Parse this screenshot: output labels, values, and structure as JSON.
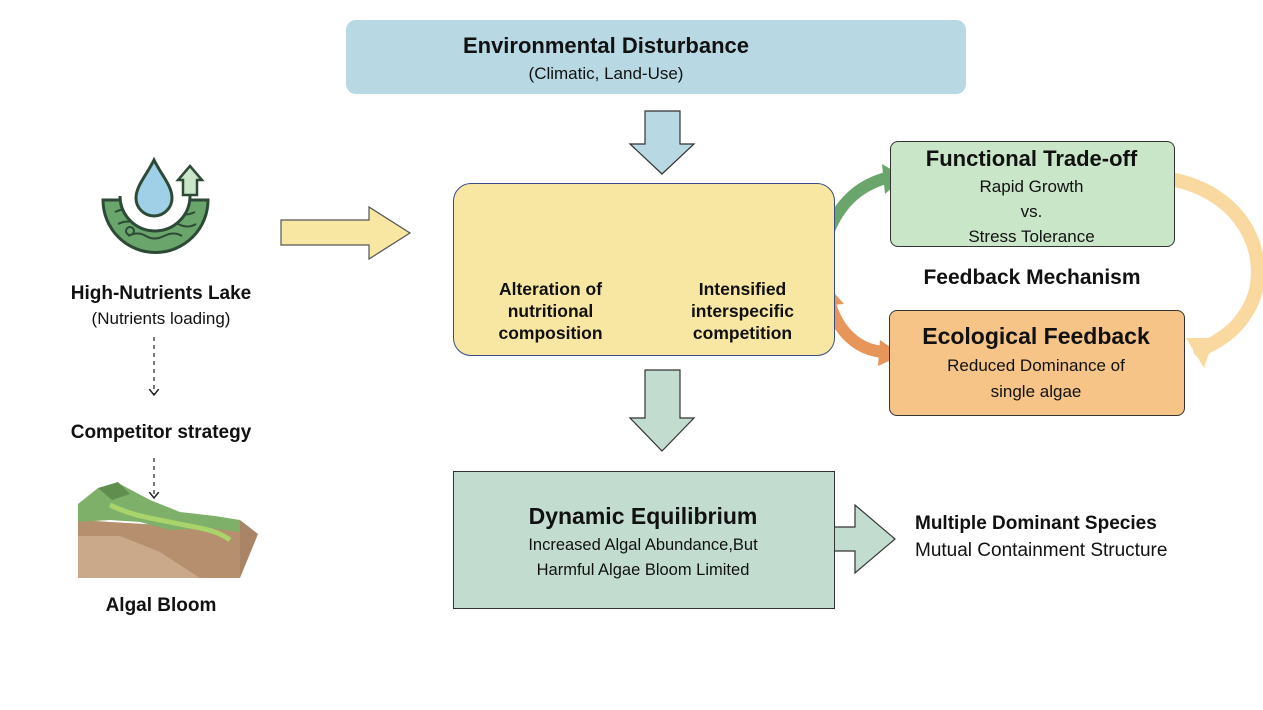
{
  "colors": {
    "env_box": "#b8d9e4",
    "center_box": "#f7e7a3",
    "functional_box": "#c9e6c8",
    "ecological_box": "#f5c486",
    "dynamic_box": "#c2ddd0",
    "blue_arrow": "#b8d9e4",
    "yellow_arrow": "#f7e7a3",
    "green_arrow": "#c2ddd0"
  },
  "top": {
    "title": "Environmental Disturbance",
    "subtitle": "(Climatic, Land-Use)",
    "icon": "waveform-icon"
  },
  "left": {
    "lake_title": "High-Nutrients Lake",
    "lake_subtitle": "(Nutrients loading)",
    "strategy": "Competitor strategy",
    "bloom": "Algal Bloom",
    "lake_icon": "water-drop-nutrient-icon",
    "bloom_icon": "landscape-icon"
  },
  "center": {
    "left_line1": "Alteration of",
    "left_line2": "nutritional",
    "left_line3": "composition",
    "right_line1": "Intensified",
    "right_line2": "interspecific",
    "right_line3": "competition",
    "left_icon": "drop-magnifier-icon",
    "right_icon": "algae-competition-icon"
  },
  "functional": {
    "title": "Functional Trade-off",
    "line1": "Rapid Growth",
    "line2": "vs.",
    "line3": "Stress Tolerance"
  },
  "feedback_label": "Feedback Mechanism",
  "ecological": {
    "title": "Ecological Feedback",
    "line1": "Reduced Dominance of",
    "line2": "single algae"
  },
  "dynamic": {
    "title": "Dynamic Equilibrium",
    "line1": "Increased Algal Abundance,But",
    "line2": "Harmful Algae Bloom Limited"
  },
  "outcome": {
    "line1": "Multiple Dominant Species",
    "line2": "Mutual Containment Structure"
  }
}
